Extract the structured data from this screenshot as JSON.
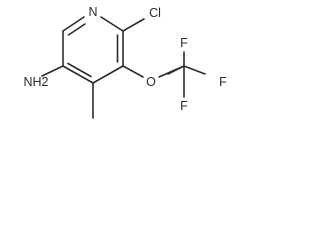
{
  "molecule": {
    "atoms": {
      "n_ring": "N",
      "cl": "Cl",
      "o": "O",
      "f1": "F",
      "f2": "F",
      "f3": "F",
      "nh2": "NH2"
    },
    "bond_color": "#2b2b2b",
    "label_color": "#2b2b2b"
  }
}
